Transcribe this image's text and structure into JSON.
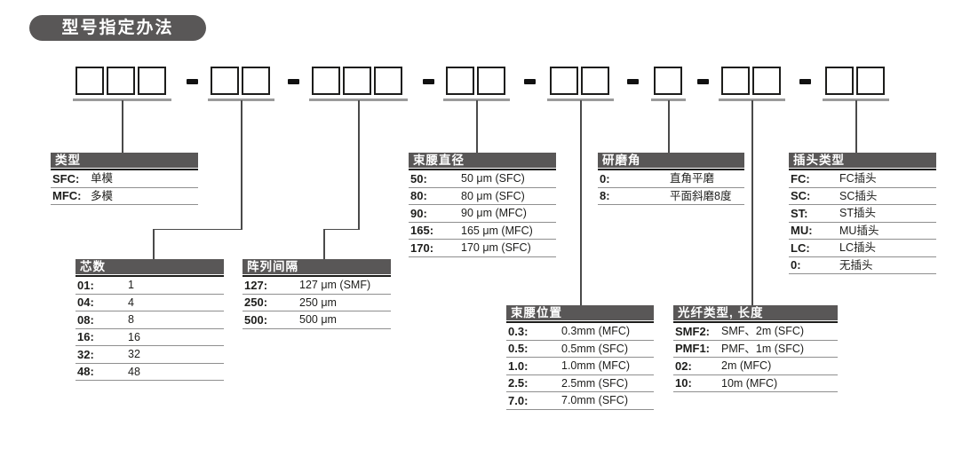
{
  "page_title_badge": "型号指定办法",
  "model_format": {
    "separator": "-",
    "groups": [
      {
        "label": "类型",
        "boxes": 3
      },
      {
        "label": "芯数",
        "boxes": 2
      },
      {
        "label": "阵列间隔",
        "boxes": 3
      },
      {
        "label": "束腰直径",
        "boxes": 2
      },
      {
        "label": "束腰位置",
        "boxes": 2
      },
      {
        "label": "研磨角",
        "boxes": 1
      },
      {
        "label": "光纤类型, 长度",
        "boxes": 2
      },
      {
        "label": "插头类型",
        "boxes": 2
      }
    ]
  },
  "tables": {
    "type": {
      "header": "类型",
      "rows": [
        {
          "code": "SFC:",
          "value": "单模"
        },
        {
          "code": "MFC:",
          "value": "多模"
        }
      ]
    },
    "core_count": {
      "header": "芯数",
      "rows": [
        {
          "code": "01:",
          "value": "1"
        },
        {
          "code": "04:",
          "value": "4"
        },
        {
          "code": "08:",
          "value": "8"
        },
        {
          "code": "16:",
          "value": "16"
        },
        {
          "code": "32:",
          "value": "32"
        },
        {
          "code": "48:",
          "value": "48"
        }
      ]
    },
    "array_pitch": {
      "header": "阵列间隔",
      "rows": [
        {
          "code": "127:",
          "value": "127 μm (SMF)"
        },
        {
          "code": "250:",
          "value": "250 μm"
        },
        {
          "code": "500:",
          "value": "500 μm"
        }
      ]
    },
    "waist_diameter": {
      "header": "束腰直径",
      "rows": [
        {
          "code": "50:",
          "value": "50 μm (SFC)"
        },
        {
          "code": "80:",
          "value": "80 μm (SFC)"
        },
        {
          "code": "90:",
          "value": "90 μm (MFC)"
        },
        {
          "code": "165:",
          "value": "165 μm (MFC)"
        },
        {
          "code": "170:",
          "value": "170 μm (SFC)"
        }
      ]
    },
    "polish_angle": {
      "header": "研磨角",
      "rows": [
        {
          "code": "0:",
          "value": "直角平磨"
        },
        {
          "code": "8:",
          "value": "平面斜磨8度"
        }
      ]
    },
    "plug_type": {
      "header": "插头类型",
      "rows": [
        {
          "code": "FC:",
          "value": "FC插头"
        },
        {
          "code": "SC:",
          "value": "SC插头"
        },
        {
          "code": "ST:",
          "value": "ST插头"
        },
        {
          "code": "MU:",
          "value": "MU插头"
        },
        {
          "code": "LC:",
          "value": "LC插头"
        },
        {
          "code": "0:",
          "value": "无插头"
        }
      ]
    },
    "waist_position": {
      "header": "束腰位置",
      "rows": [
        {
          "code": "0.3:",
          "value": "0.3mm (MFC)"
        },
        {
          "code": "0.5:",
          "value": "0.5mm (SFC)"
        },
        {
          "code": "1.0:",
          "value": "1.0mm (MFC)"
        },
        {
          "code": "2.5:",
          "value": "2.5mm (SFC)"
        },
        {
          "code": "7.0:",
          "value": "7.0mm (SFC)"
        }
      ]
    },
    "fiber_type_length": {
      "header": "光纤类型, 长度",
      "rows": [
        {
          "code": "SMF2:",
          "value": "SMF、2m (SFC)"
        },
        {
          "code": "PMF1:",
          "value": "PMF、1m (SFC)"
        },
        {
          "code": "02:",
          "value": "2m (MFC)"
        },
        {
          "code": "10:",
          "value": "10m (MFC)"
        }
      ]
    }
  },
  "colors": {
    "badge_background": "#595757",
    "table_header_background": "#595757",
    "box_border": "#1d1d1b",
    "row_separator": "#8f8f8f",
    "connector_line": "#4a4a4a"
  }
}
